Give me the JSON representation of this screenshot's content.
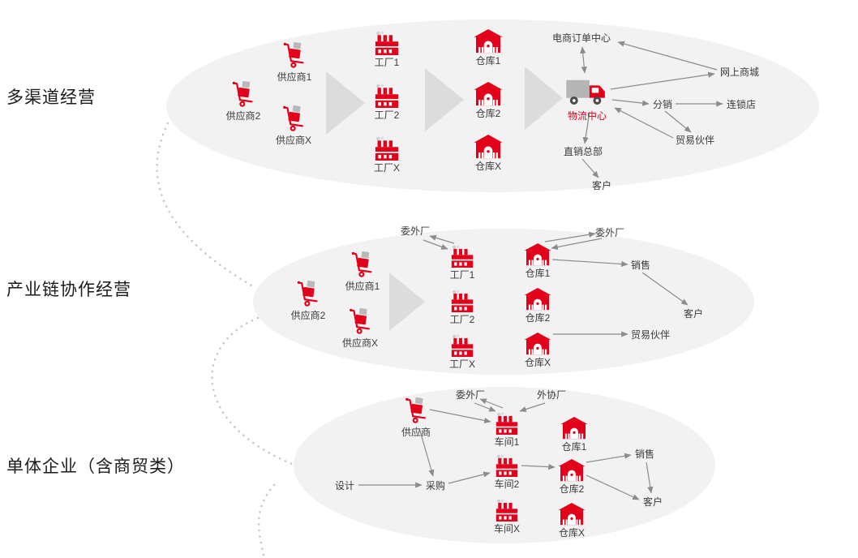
{
  "colors": {
    "accent_red": "#e2001a",
    "arrow_gray": "#8c8c8c",
    "ellipse_bg": "#f2f2f3",
    "chevron_gray": "#dcdcdc",
    "dotted_gray": "#c9c9c9",
    "text_dark": "#3a3a3a"
  },
  "icons": {
    "supplier": "cart-trolley-icon",
    "factory": "factory-icon",
    "warehouse": "warehouse-icon",
    "logistics": "truck-icon"
  },
  "sections": [
    {
      "title": "多渠道经营",
      "nodes": {
        "supplier1": "供应商1",
        "supplier2": "供应商2",
        "supplierX": "供应商X",
        "factory1": "工厂1",
        "factory2": "工厂2",
        "factoryX": "工厂X",
        "warehouse1": "仓库1",
        "warehouse2": "仓库2",
        "warehouseX": "仓库X",
        "logistics_center": "物流中心",
        "ecommerce_order_center": "电商订单中心",
        "online_mall": "网上商城",
        "distribution": "分销",
        "chain_store": "连锁店",
        "trade_partner": "贸易伙伴",
        "direct_sales_hq": "直销总部",
        "customer": "客户"
      }
    },
    {
      "title": "产业链协作经营",
      "nodes": {
        "supplier1": "供应商1",
        "supplier2": "供应商2",
        "supplierX": "供应商X",
        "outsourced_factory_left": "委外厂",
        "outsourced_factory_right": "委外厂",
        "factory1": "工厂1",
        "factory2": "工厂2",
        "factoryX": "工厂X",
        "warehouse1": "仓库1",
        "warehouse2": "仓库2",
        "warehouseX": "仓库X",
        "sales": "销售",
        "customer": "客户",
        "trade_partner": "贸易伙伴"
      }
    },
    {
      "title": "单体企业（含商贸类）",
      "nodes": {
        "supplier": "供应商",
        "outsourced_factory": "委外厂",
        "external_coop_factory": "外协厂",
        "workshop1": "车间1",
        "workshop2": "车间2",
        "workshopX": "车间X",
        "warehouse1": "仓库1",
        "warehouse2": "仓库2",
        "warehouseX": "仓库X",
        "design": "设计",
        "procurement": "采购",
        "sales": "销售",
        "customer": "客户"
      }
    }
  ]
}
